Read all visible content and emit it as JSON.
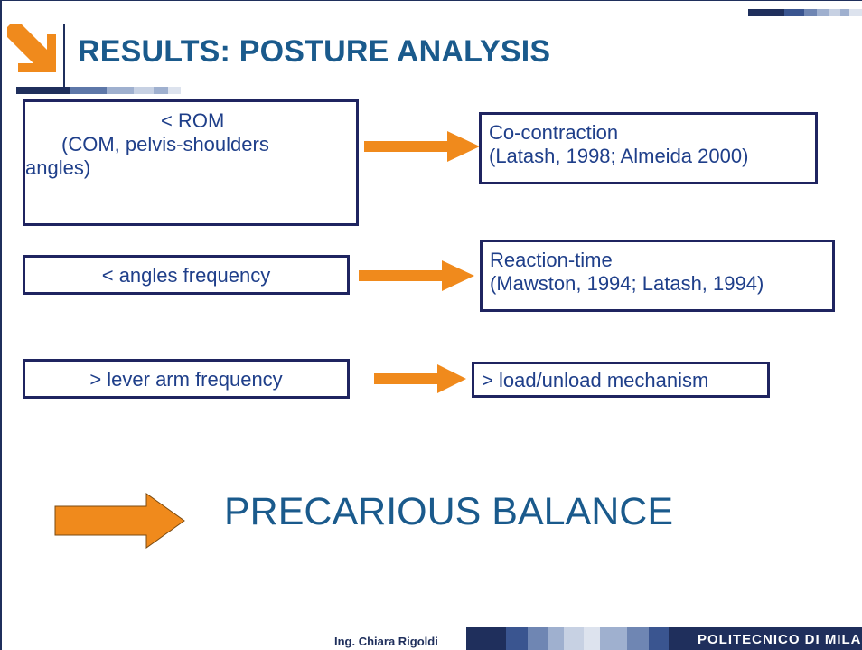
{
  "slide": {
    "title": "RESULTS: POSTURE ANALYSIS",
    "logo_icon": "orange-arrow-down-right-icon",
    "accent_color": "#f08a1c",
    "brand_color": "#1f2f5c"
  },
  "rows": [
    {
      "left_lines": [
        "< ROM",
        "(COM, pelvis-shoulders",
        "angles)"
      ],
      "right_lines": [
        "Co-contraction",
        "(Latash, 1998; Almeida 2000)"
      ]
    },
    {
      "left_lines": [
        "< angles frequency"
      ],
      "right_lines": [
        "Reaction-time",
        "(Mawston, 1994; Latash, 1994)"
      ]
    },
    {
      "left_lines": [
        "> lever arm frequency"
      ],
      "right_lines": [
        "> load/unload mechanism"
      ]
    }
  ],
  "conclusion": {
    "text": "PRECARIOUS BALANCE",
    "icon": "arrow-right-icon"
  },
  "footer": {
    "author": "Ing. Chiara Rigoldi",
    "organization": "POLITECNICO DI MILANO"
  }
}
